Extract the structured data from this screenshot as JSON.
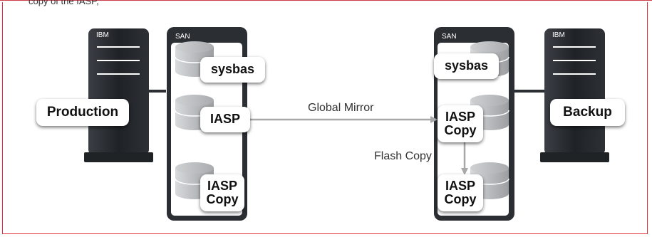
{
  "top_caption": "copy of the IASP,",
  "production": {
    "server_brand": "IBM",
    "server_label": "Production"
  },
  "backup": {
    "server_brand": "IBM",
    "server_label": "Backup"
  },
  "san_left": {
    "title": "SAN",
    "disks": [
      "sysbas",
      "IASP",
      "IASP\nCopy"
    ]
  },
  "san_right": {
    "title": "SAN",
    "disks": [
      "sysbas",
      "IASP\nCopy",
      "IASP\nCopy"
    ]
  },
  "links": {
    "mirror": "Global Mirror",
    "flash": "Flash Copy"
  },
  "colors": {
    "frame_border": "#e0303a",
    "server_body": "#2b2e33",
    "san_body": "#2b2e33",
    "arrow": "#a6a8aa"
  }
}
